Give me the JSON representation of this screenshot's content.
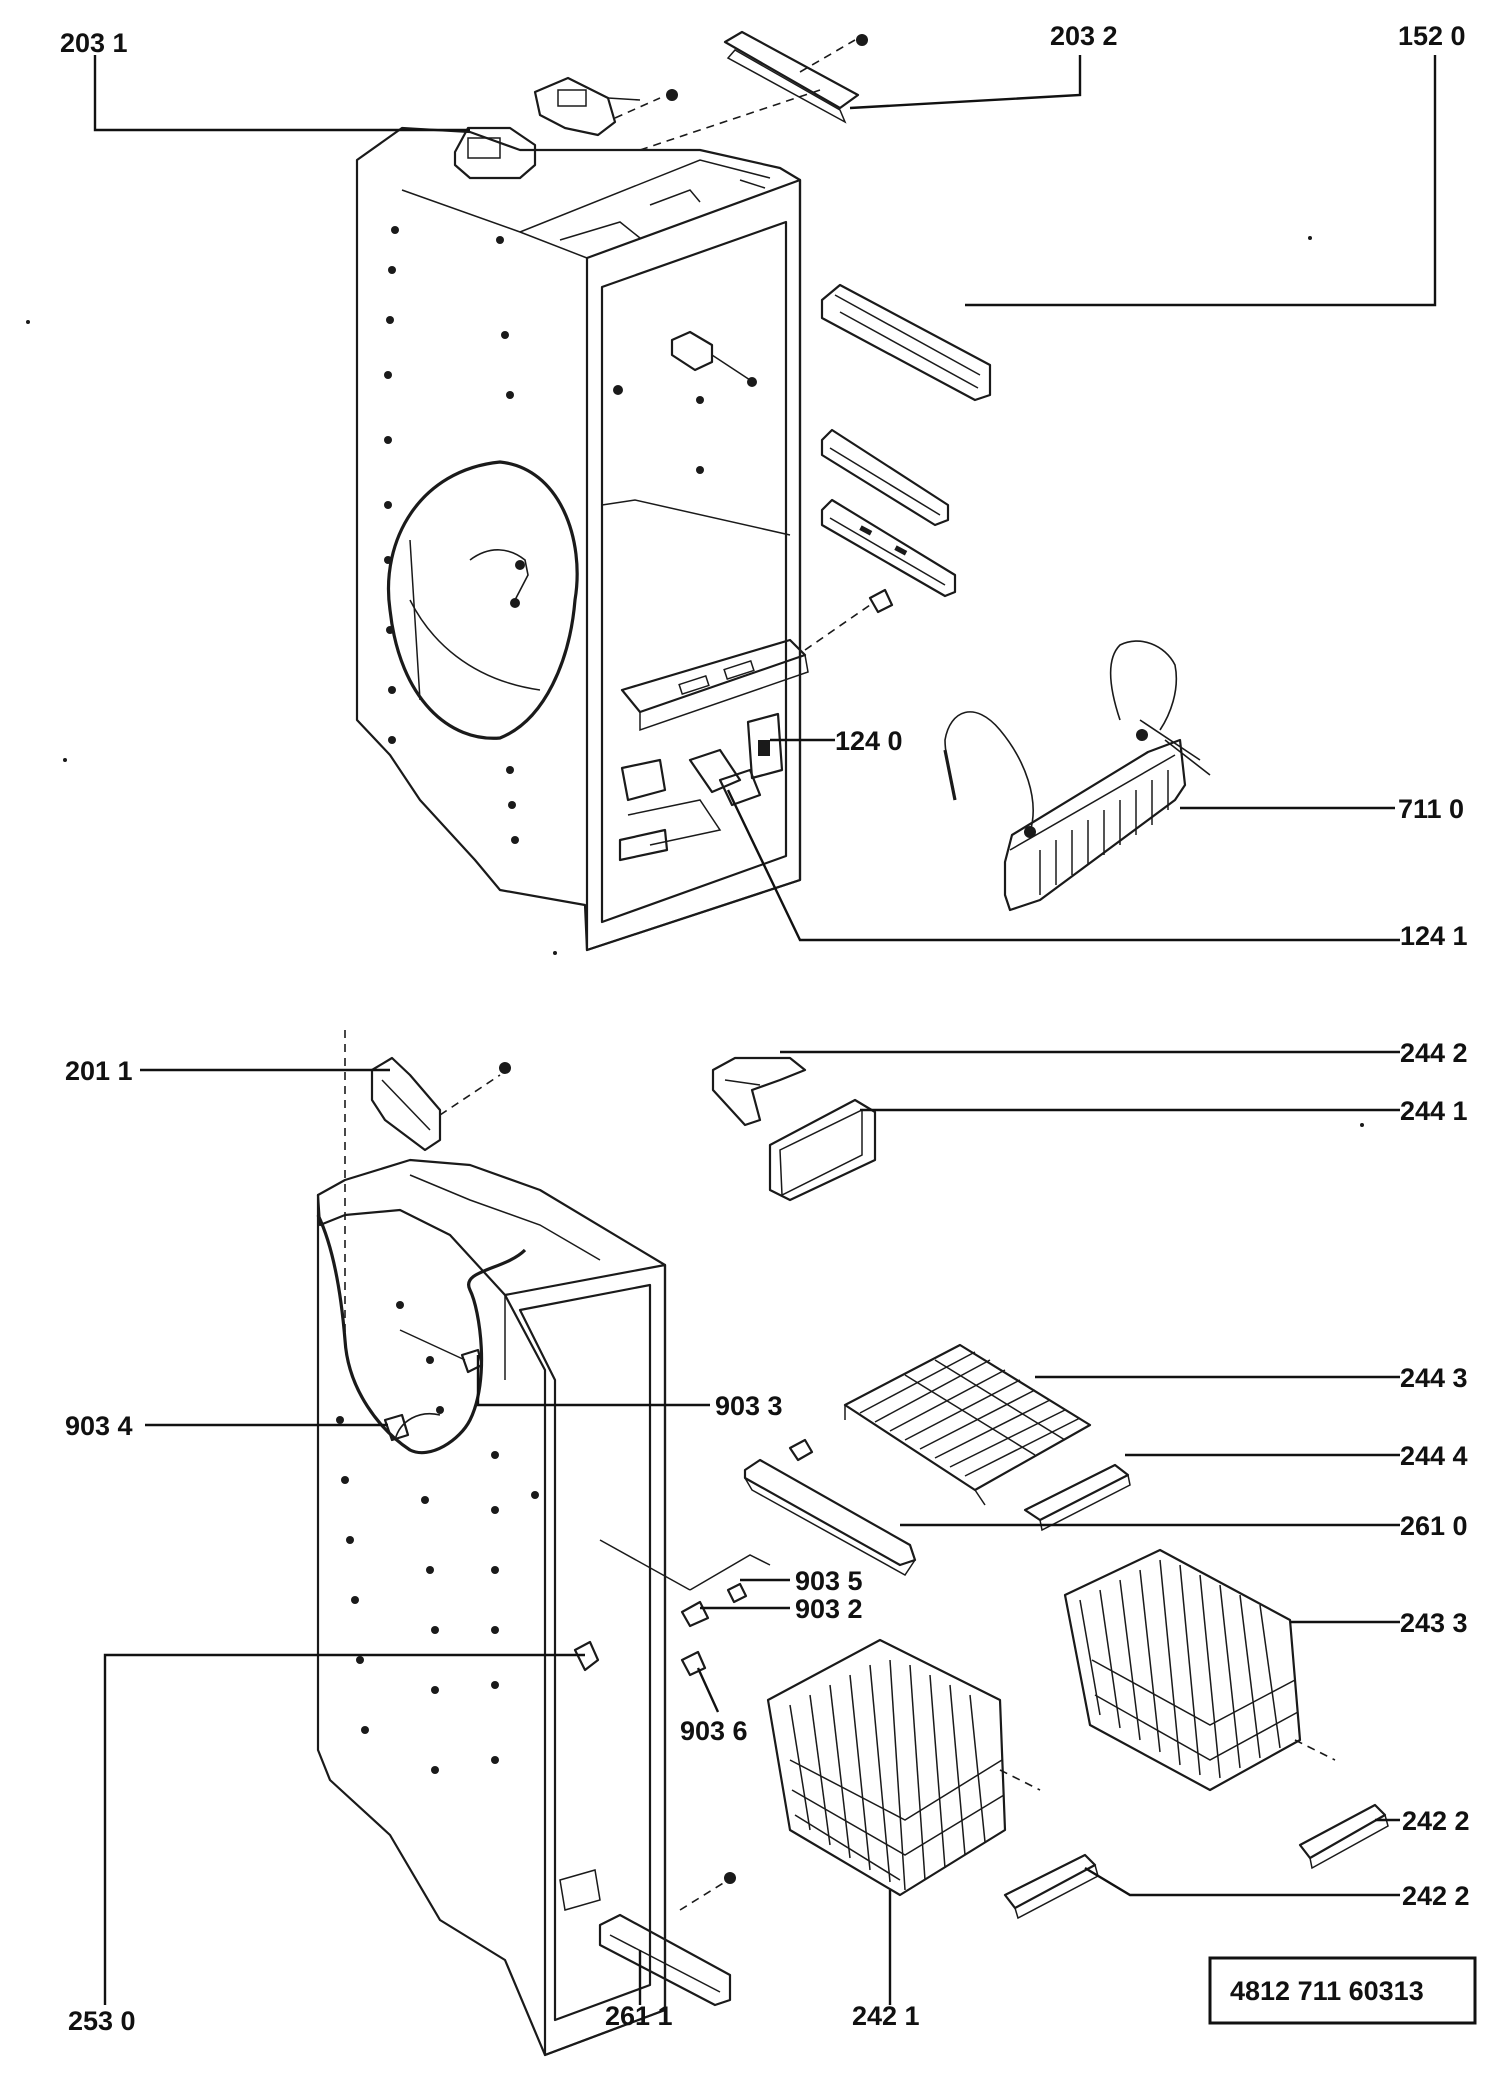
{
  "labels": {
    "l2031": "203 1",
    "l2032": "203  2",
    "l1520": "152 0",
    "l1240": "124 0",
    "l7110": "711 0",
    "l1241": "124 1",
    "l2011": "201 1",
    "l2442": "244 2",
    "l2441": "244 1",
    "l9033": "903 3",
    "l9034": "903 4",
    "l2443": "244 3",
    "l2444": "244 4",
    "l2610": "261 0",
    "l9035": "903  5",
    "l9032": "903  2",
    "l2433": "243 3",
    "l9036": "903 6",
    "l2530": "253 0",
    "l2422a": "242  2",
    "l2422b": "242  2",
    "l2611": "261  1",
    "l2421": "242  1"
  },
  "document_number": "4812   711   60313"
}
